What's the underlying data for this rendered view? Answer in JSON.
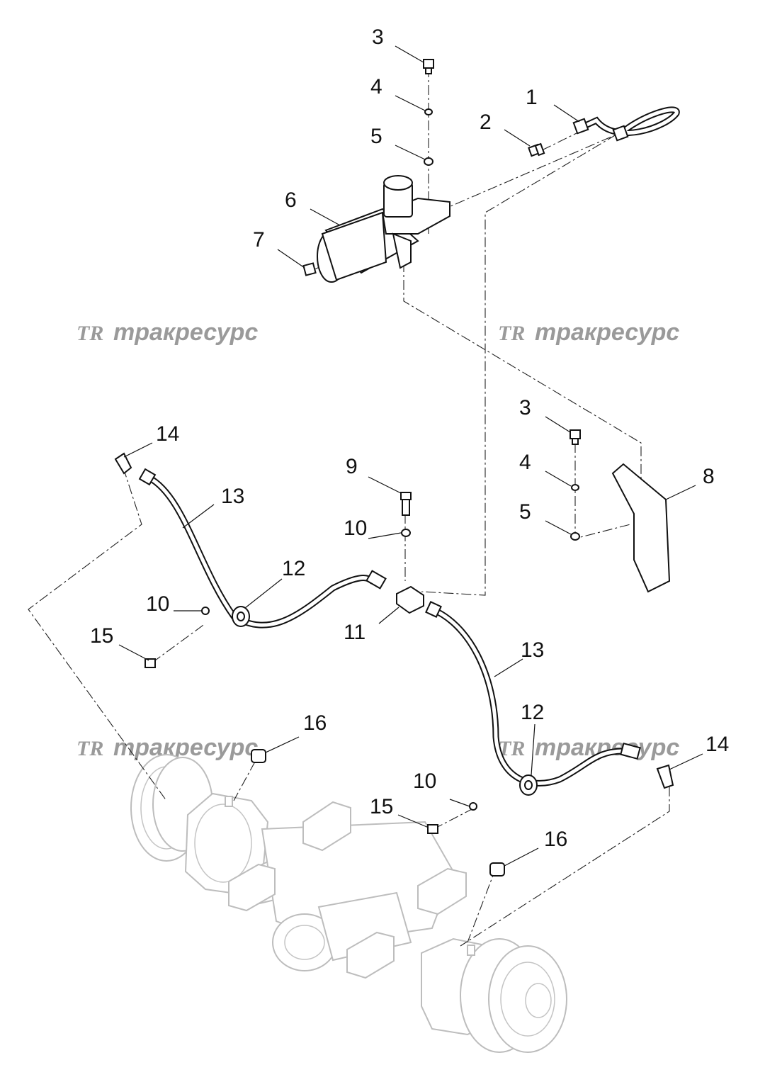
{
  "watermark": {
    "logo": "TR",
    "text": "тракресурс"
  },
  "callouts": {
    "c1": "1",
    "c2": "2",
    "c3a": "3",
    "c4a": "4",
    "c5a": "5",
    "c6": "6",
    "c7": "7",
    "c3b": "3",
    "c4b": "4",
    "c5b": "5",
    "c8": "8",
    "c9": "9",
    "c10a": "10",
    "c10b": "10",
    "c10c": "10",
    "c11": "11",
    "c12a": "12",
    "c12b": "12",
    "c13a": "13",
    "c13b": "13",
    "c14a": "14",
    "c14b": "14",
    "c15a": "15",
    "c15b": "15",
    "c16a": "16",
    "c16b": "16"
  }
}
